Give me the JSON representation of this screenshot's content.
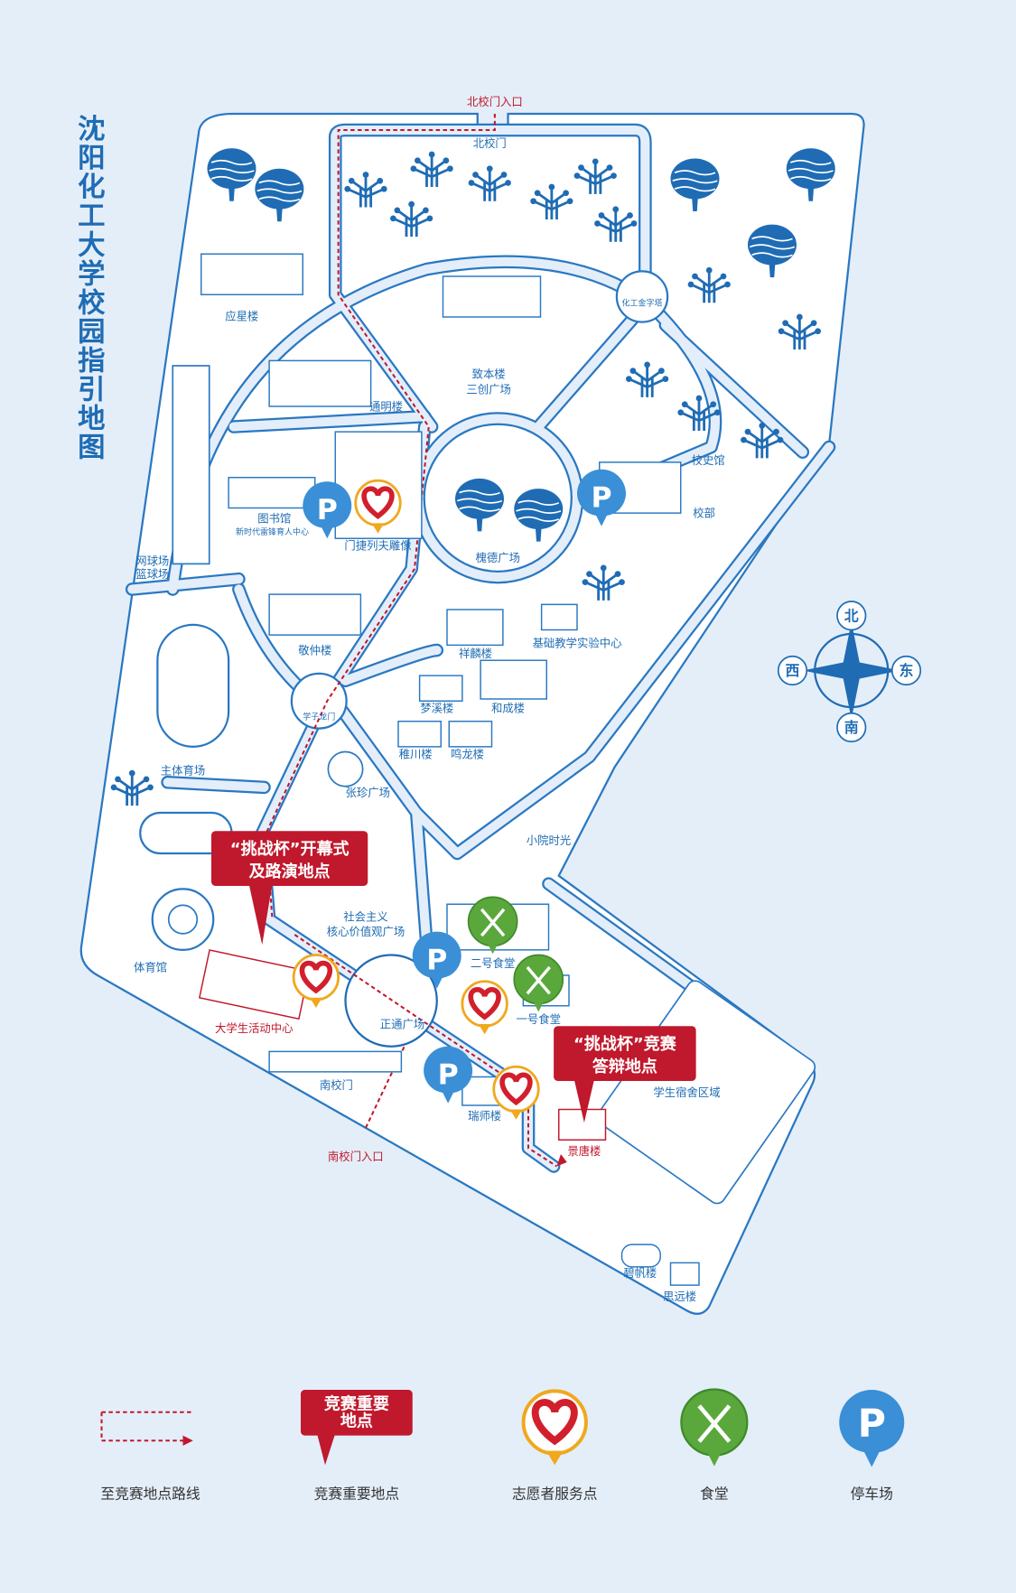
{
  "title": "沈阳化工大学校园指引地图",
  "title_chars": [
    "沈",
    "阳",
    "化",
    "工",
    "大",
    "学",
    "校",
    "园",
    "指",
    "引",
    "地",
    "图"
  ],
  "colors": {
    "primary_blue": "#1f6cb4",
    "route_red": "#c0182c",
    "background": "#e4eef9",
    "volunteer_orange": "#f0a81e",
    "canteen_green": "#5aa83c",
    "parking_blue": "#3a8fd6"
  },
  "entrances": {
    "north": "北校门入口",
    "south": "南校门入口"
  },
  "places": {
    "north_gate": "北校门",
    "yingxing": "应星楼",
    "pyramid": "化工金字塔",
    "zhiben": "致本楼",
    "sanchuang": "三创广场",
    "tongming": "通明楼",
    "history_hall": "校史馆",
    "admin": "校部",
    "library": "图书馆",
    "leifeng_center": "新时代雷锋育人中心",
    "mendeleev": "门捷列夫雕像",
    "huaide": "槐德广场",
    "tennis": "网球场",
    "basketball": "篮球场",
    "jingzhong": "敬仲楼",
    "xianglin": "祥麟楼",
    "lab_center": "基础教学实验中心",
    "xuezi_gate": "学子龙门",
    "mengxi": "梦溪楼",
    "hecheng": "和成楼",
    "zhichuan": "稚川楼",
    "minglong": "鸣龙楼",
    "stadium": "主体育场",
    "zhangzhen": "张珍广场",
    "courtyard": "小院时光",
    "socialism_1": "社会主义",
    "socialism_2": "核心价值观广场",
    "gym": "体育馆",
    "canteen2": "二号食堂",
    "canteen1": "一号食堂",
    "student_center": "大学生活动中心",
    "zhengtong": "正通广场",
    "south_gate": "南校门",
    "dorm_area": "学生宿舍区域",
    "ruishi": "瑞师楼",
    "jingtang": "景唐楼",
    "bifan": "碧帆楼",
    "siyuan": "思远楼"
  },
  "callouts": {
    "opening": {
      "line1": "“挑战杯”开幕式",
      "line2": "及路演地点"
    },
    "defense": {
      "line1": "“挑战杯”竞赛",
      "line2": "答辩地点"
    }
  },
  "compass": {
    "n": "北",
    "w": "西",
    "e": "东",
    "s": "南"
  },
  "legend": {
    "route": "至竞赛地点路线",
    "venue": "竞赛重要地点",
    "venue_box_1": "竞赛重要",
    "venue_box_2": "地点",
    "volunteer": "志愿者服务点",
    "canteen": "食堂",
    "parking": "停车场",
    "parking_glyph": "P"
  }
}
